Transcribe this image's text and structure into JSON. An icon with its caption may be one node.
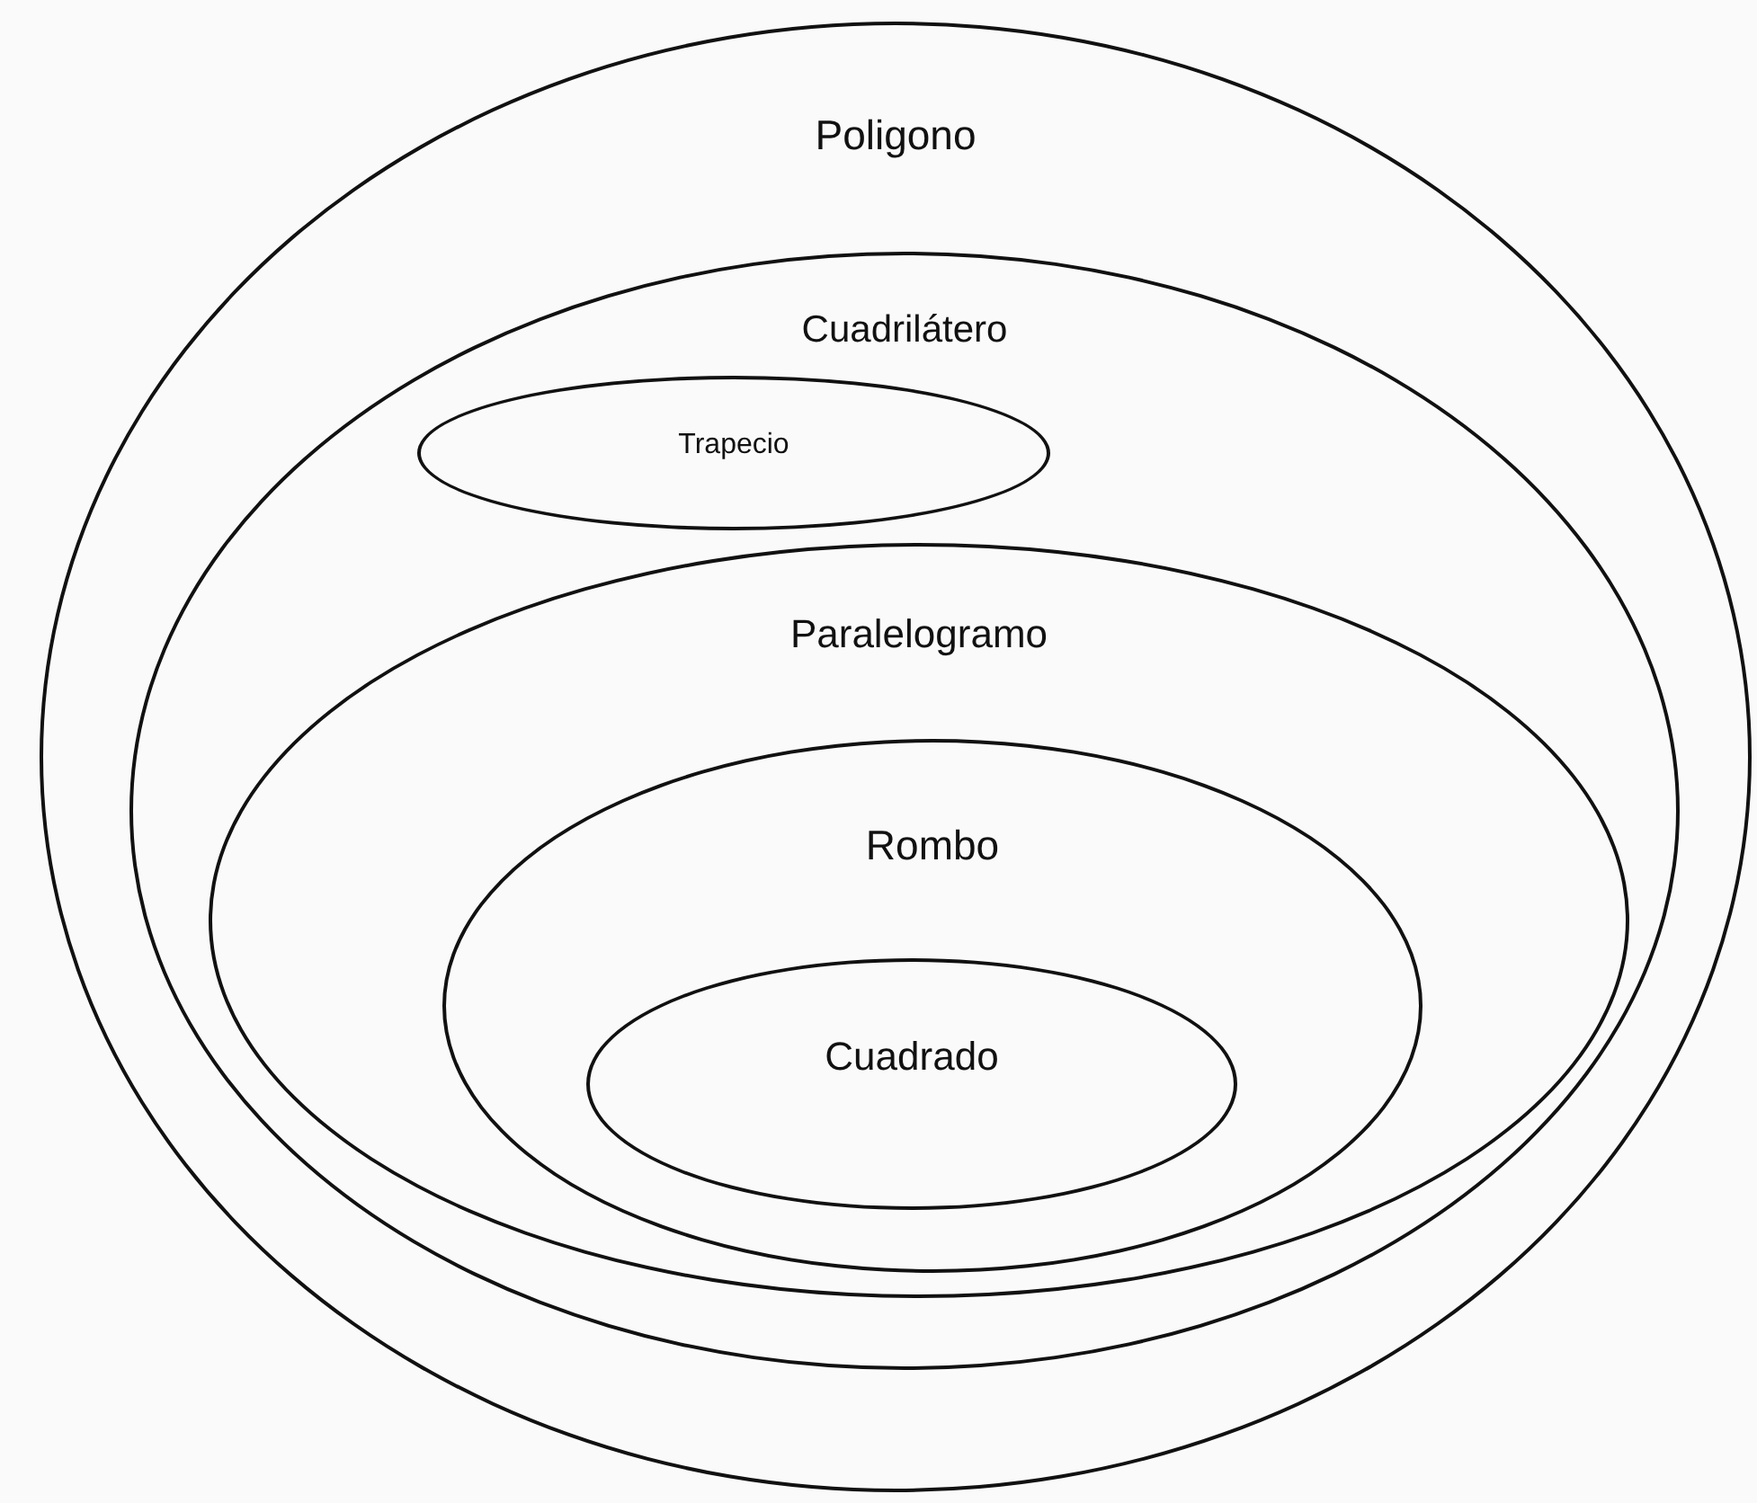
{
  "diagram": {
    "nodes": [
      {
        "text": [
          "Poligono"
        ]
      },
      {
        "text": [
          "Cuadrilátero"
        ],
        "in": 0
      },
      {
        "text": [
          "Trapecio"
        ],
        "in": 1
      },
      {
        "text": [
          "Paralelogramo"
        ],
        "in": 1
      },
      {
        "text": [
          "Rombo"
        ],
        "in": 3
      },
      {
        "text": [
          "Cuadrado"
        ],
        "in": 4
      }
    ]
  }
}
